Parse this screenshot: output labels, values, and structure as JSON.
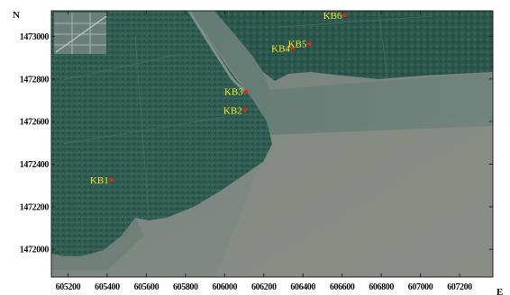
{
  "map": {
    "north_letter": "N",
    "east_letter": "E",
    "x_ticks": [
      605200,
      605400,
      605600,
      605800,
      606000,
      606200,
      606400,
      606600,
      606800,
      607000,
      607200
    ],
    "y_ticks": [
      1473000,
      1472800,
      1472600,
      1472400,
      1472200,
      1472000
    ],
    "x_range": [
      605115,
      607370
    ],
    "y_range": [
      1471870,
      1473120
    ],
    "label_color": "#f2e82c",
    "marker_color": "#e0241f",
    "sites": [
      {
        "label": "KB1",
        "x": 605422,
        "y": 1472326
      },
      {
        "label": "KB2",
        "x": 606103,
        "y": 1472654
      },
      {
        "label": "KB3",
        "x": 606108,
        "y": 1472741
      },
      {
        "label": "KB4",
        "x": 606348,
        "y": 1472945
      },
      {
        "label": "KB5",
        "x": 606433,
        "y": 1472965
      },
      {
        "label": "KB6",
        "x": 606613,
        "y": 1473099
      }
    ]
  }
}
